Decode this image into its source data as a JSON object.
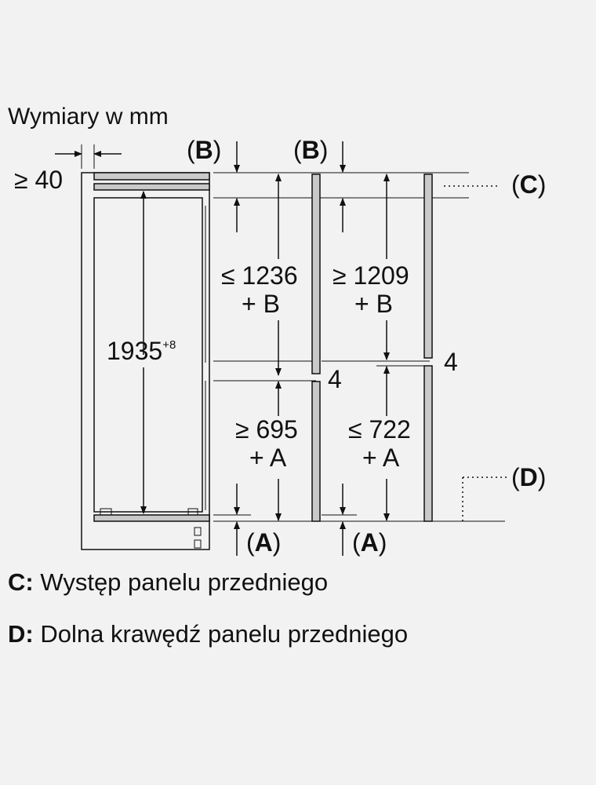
{
  "title": "Wymiary w mm",
  "labels": {
    "min_gap": "≥ 40",
    "b_left": "B",
    "b_right": "B",
    "c": "C",
    "d": "D",
    "a_left": "A",
    "a_right": "A",
    "height_main": "1935",
    "height_tol": "+8",
    "upper_left_dim": "≤ 1236",
    "upper_left_plus": "+ B",
    "upper_right_dim": "≥ 1209",
    "upper_right_plus": "+ B",
    "lower_left_dim": "≥ 695",
    "lower_left_plus": "+ A",
    "lower_right_dim": "≤ 722",
    "lower_right_plus": "+ A",
    "gap_left": "4",
    "gap_right": "4"
  },
  "legend": [
    {
      "key": "C:",
      "text": "Występ panelu przedniego"
    },
    {
      "key": "D:",
      "text": "Dolna krawędź panelu przedniego"
    }
  ]
}
